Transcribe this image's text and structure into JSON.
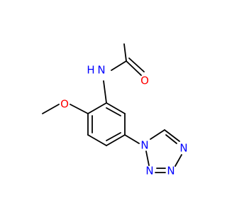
{
  "molecule": {
    "atoms": {
      "amide_h": "H",
      "amide_n": "N",
      "carbonyl_o": "O",
      "methoxy_o": "O",
      "tetrazole_n1": "N",
      "tetrazole_n2": "N",
      "tetrazole_n3": "N",
      "tetrazole_n4": "N"
    },
    "colors": {
      "bond": "#000000",
      "nitrogen": "#0000ff",
      "oxygen": "#ff0000"
    }
  }
}
